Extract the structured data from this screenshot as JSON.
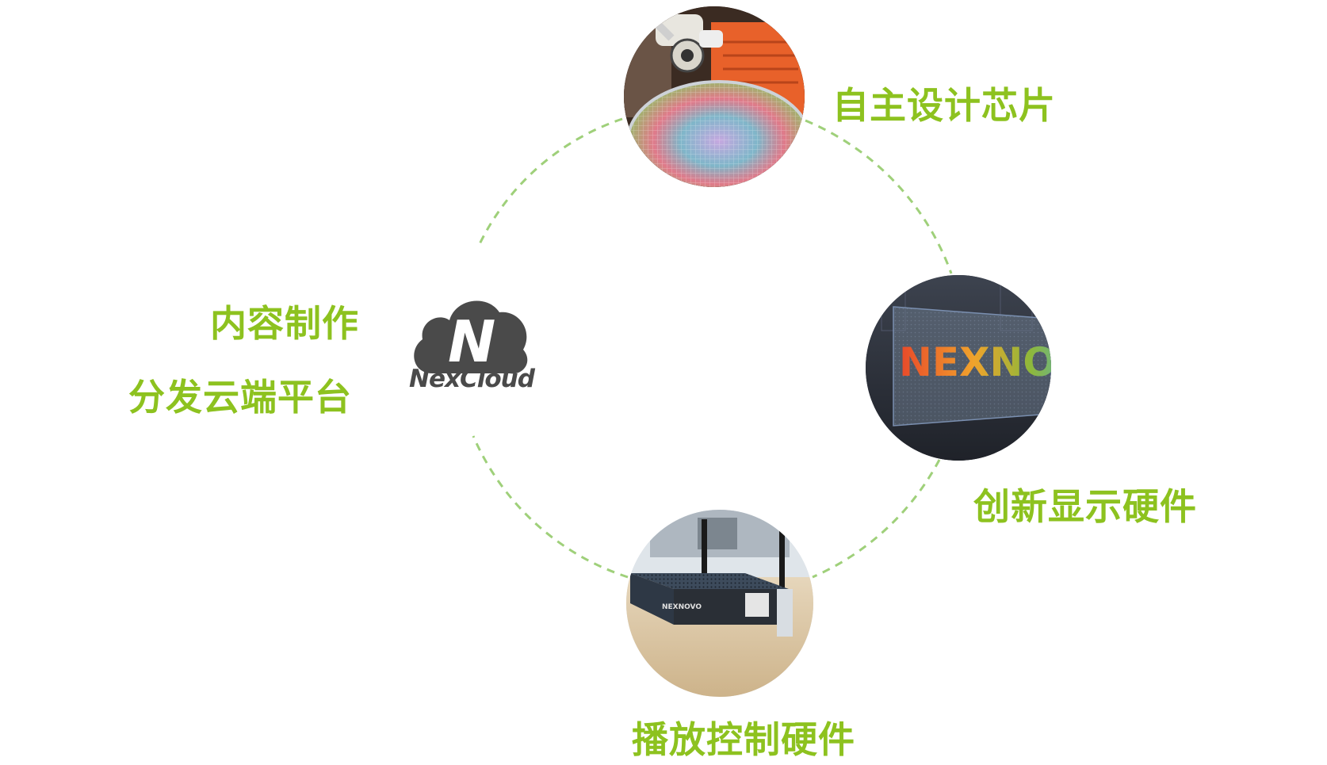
{
  "colors": {
    "accent_green": "#8dc21f",
    "ring_dash": "#9fd07a",
    "logo_gray": "#4a4a4a"
  },
  "center": {
    "logo_icon": "cloud-n-icon",
    "logo_name": "NexCloud"
  },
  "labels": {
    "chip": "自主设计芯片",
    "display": "创新显示硬件",
    "player": "播放控制硬件",
    "platform_line1": "内容制作",
    "platform_line2": "分发云端平台"
  },
  "photos": {
    "display_screen_text": "NEXNOV",
    "player_device_text": "NEXNOVO"
  }
}
